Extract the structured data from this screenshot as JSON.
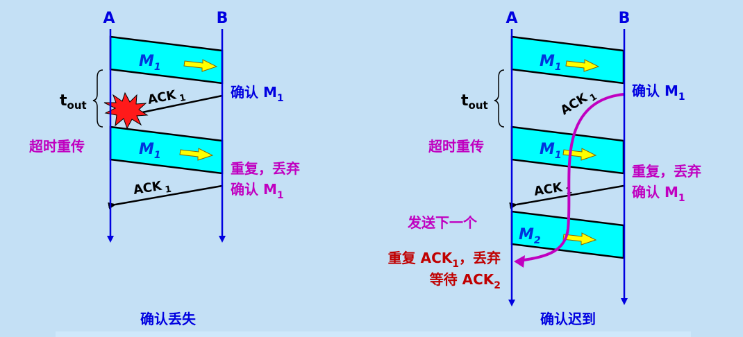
{
  "colors": {
    "background": "#c4e0f5",
    "timeline": "#0000e0",
    "frame_fill": "#00ffff",
    "frame_text": "#0033dd",
    "ack_line": "#000000",
    "magenta": "#c000c0",
    "dark_red": "#c00000",
    "burst": "#ff1a1a",
    "arrow_fill": "#ffff00"
  },
  "left_diagram": {
    "caption": "确认丢失",
    "host_a": "A",
    "host_b": "B",
    "frames": [
      {
        "name": "M",
        "sub": "1"
      },
      {
        "name": "M",
        "sub": "1"
      }
    ],
    "acks": [
      {
        "label": "ACK",
        "sub": "1",
        "status": "lost"
      },
      {
        "label": "ACK",
        "sub": "1",
        "status": "delivered"
      }
    ],
    "timeout": {
      "label": "t",
      "sub": "out"
    },
    "retransmit_label": "超时重传",
    "b_confirm": {
      "text": "确认 M",
      "sub": "1"
    },
    "b_duplicate_line1": "重复，丢弃",
    "b_duplicate_line2": {
      "text": "确认 M",
      "sub": "1"
    }
  },
  "right_diagram": {
    "caption": "确认迟到",
    "host_a": "A",
    "host_b": "B",
    "frames": [
      {
        "name": "M",
        "sub": "1"
      },
      {
        "name": "M",
        "sub": "1"
      },
      {
        "name": "M",
        "sub": "2"
      }
    ],
    "acks": [
      {
        "label": "ACK",
        "sub": "1",
        "status": "delayed"
      },
      {
        "label": "ACK",
        "sub": "1",
        "status": "delivered"
      }
    ],
    "timeout": {
      "label": "t",
      "sub": "out"
    },
    "retransmit_label": "超时重传",
    "send_next_label": "发送下一个",
    "b_confirm": {
      "text": "确认 M",
      "sub": "1"
    },
    "b_duplicate_line1": "重复，丢弃",
    "b_duplicate_line2": {
      "text": "确认 M",
      "sub": "1"
    },
    "a_duplicate_line1": {
      "text": "重复 ACK",
      "sub": "1",
      "tail": "，丢弃"
    },
    "a_duplicate_line2": {
      "text": "等待 ACK",
      "sub": "2"
    }
  }
}
